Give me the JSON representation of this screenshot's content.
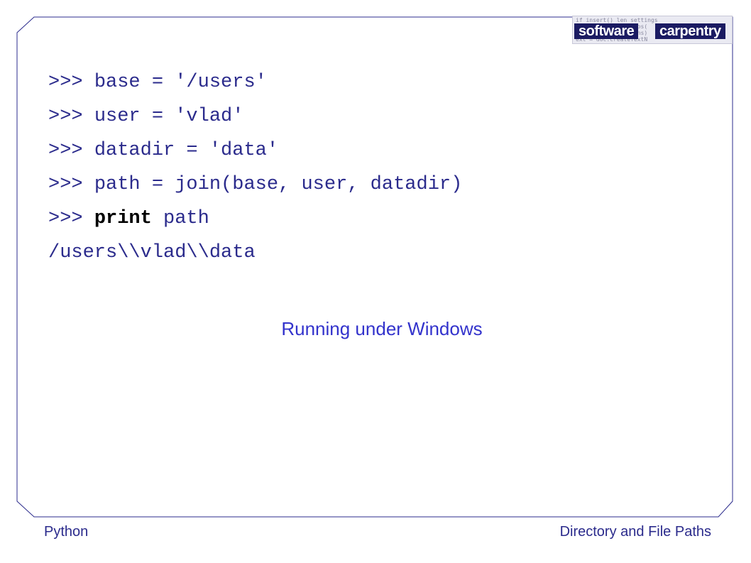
{
  "logo": {
    "word1": "software",
    "word2": "carpentry",
    "background_code": "if insert() len settings\nnew = get_args() pos(\nvalue = dict(options)\next = doc.createTextN"
  },
  "code": {
    "lines": [
      {
        "prompt": ">>> ",
        "text": "base = '/users'"
      },
      {
        "prompt": ">>> ",
        "text": "user = 'vlad'"
      },
      {
        "prompt": ">>> ",
        "text": "datadir = 'data'"
      },
      {
        "prompt": ">>> ",
        "text": "path = join(base, user, datadir)"
      },
      {
        "prompt": ">>> ",
        "keyword": "print",
        "text": " path"
      },
      {
        "output": "/users\\\\vlad\\\\data"
      }
    ]
  },
  "caption": "Running under Windows",
  "footer": {
    "left": "Python",
    "right": "Directory and File Paths"
  },
  "colors": {
    "code_text": "#2b2b8c",
    "caption": "#3333cc",
    "frame": "#2b2b8c",
    "logo_badge": "#1b1b62"
  }
}
